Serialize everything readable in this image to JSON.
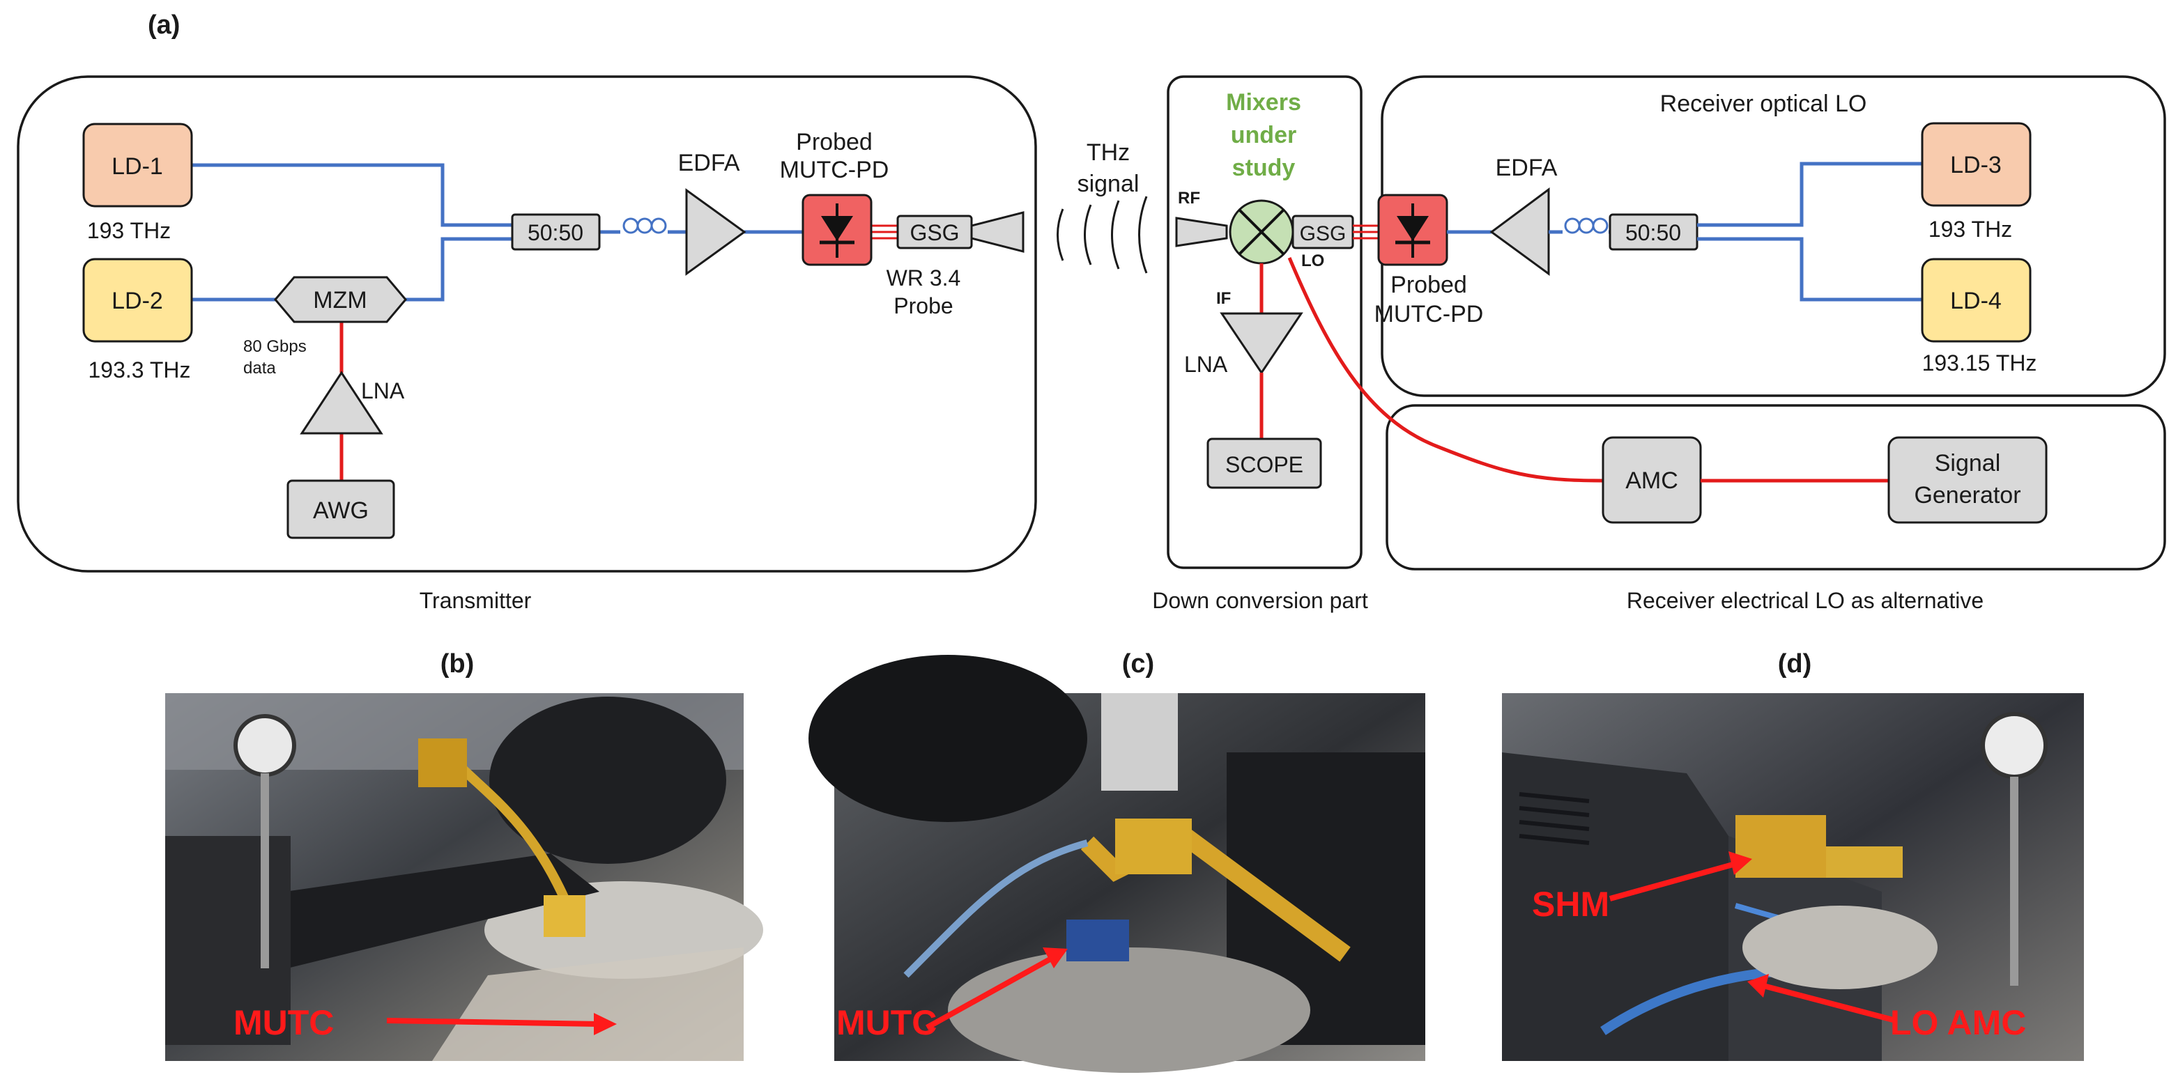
{
  "panels": {
    "a": "(a)",
    "b": "(b)",
    "c": "(c)",
    "d": "(d)"
  },
  "transmitter": {
    "ld1": "LD-1",
    "ld1_freq": "193 THz",
    "ld2": "LD-2",
    "ld2_freq": "193.3 THz",
    "coupler": "50:50",
    "mzm": "MZM",
    "data_rate_1": "80 Gbps",
    "data_rate_2": "data",
    "lna": "LNA",
    "awg": "AWG",
    "edfa": "EDFA",
    "pd_1": "Probed",
    "pd_2": "MUTC-PD",
    "gsg": "GSG",
    "probe_1": "WR 3.4",
    "probe_2": "Probe",
    "caption": "Transmitter"
  },
  "link": {
    "signal_1": "THz",
    "signal_2": "signal"
  },
  "down_conversion": {
    "title_1": "Mixers",
    "title_2": "under",
    "title_3": "study",
    "rf": "RF",
    "lo": "LO",
    "if": "IF",
    "gsg": "GSG",
    "lna": "LNA",
    "scope": "SCOPE",
    "caption": "Down conversion part"
  },
  "receiver_optical": {
    "title": "Receiver optical LO",
    "edfa": "EDFA",
    "coupler": "50:50",
    "ld3": "LD-3",
    "ld3_freq": "193 THz",
    "ld4": "LD-4",
    "ld4_freq": "193.15 THz",
    "pd_1": "Probed",
    "pd_2": "MUTC-PD"
  },
  "receiver_electrical": {
    "amc": "AMC",
    "siggen_1": "Signal",
    "siggen_2": "Generator",
    "caption": "Receiver electrical LO as alternative"
  },
  "photos": {
    "b_label": "MUTC",
    "c_label": "MUTC",
    "d_label_1": "SHM",
    "d_label_2": "LO AMC"
  },
  "colors": {
    "ld_salmon": "#f8cbad",
    "ld_yellow": "#ffe699",
    "pd_red": "#f06262",
    "mixer_green": "#c5e0b4",
    "title_green": "#70ad47",
    "fiber_blue": "#4472c4",
    "rf_red": "#e31b1b",
    "component_gray": "#d9d9d9"
  }
}
